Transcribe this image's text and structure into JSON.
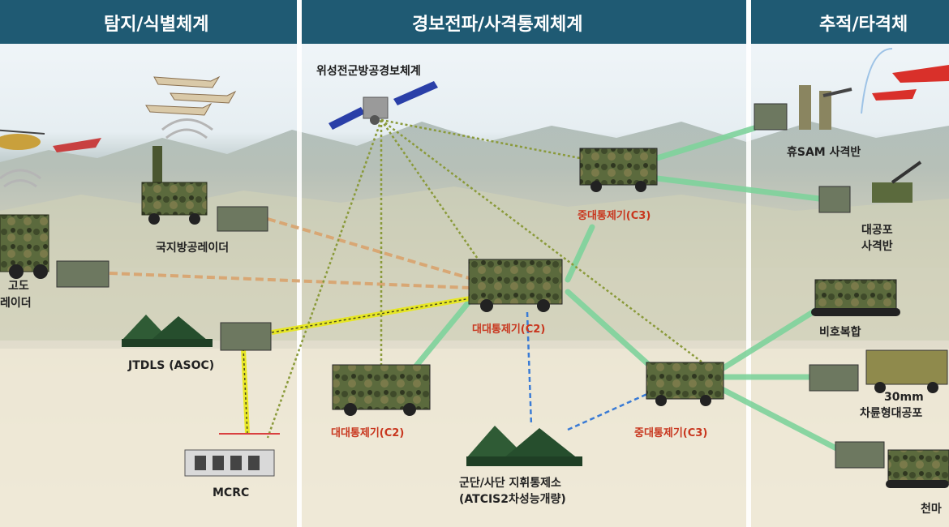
{
  "headers": {
    "detect": "탐지/식별체계",
    "warn": "경보전파/사격통제체계",
    "track": "추적/타격체"
  },
  "labels": {
    "satellite": "위성전군방공경보체계",
    "local_radar": "국지방공레이더",
    "low_radar_1": "고도",
    "low_radar_2": "레이더",
    "jtdls": "JTDLS (ASOC)",
    "mcrc": "MCRC",
    "comp_c3_top": "중대통제기(C3)",
    "bn_c2_center": "대대통제기(C2)",
    "bn_c2_left": "대대통제기(C2)",
    "comp_c3_right": "중대통제기(C3)",
    "corps_1": "군단/사단 지휘통제소",
    "corps_2": "(ATCIS2차성능개량)",
    "sam": "휴SAM 사격반",
    "aa_gun_1": "대공포",
    "aa_gun_2": "사격반",
    "bihoboghap": "비호복합",
    "mm30_1": "30mm",
    "mm30_2": "차륜형대공포",
    "cheonma": "천마"
  },
  "colors": {
    "header_bg": "#1f5a73",
    "link_green": "#7fd39c",
    "link_orange": "#d9a571",
    "link_yellow": "#e8e81e",
    "link_olive": "#8a9a3a",
    "link_blue": "#3a7bd5",
    "label_red": "#c8361e"
  }
}
